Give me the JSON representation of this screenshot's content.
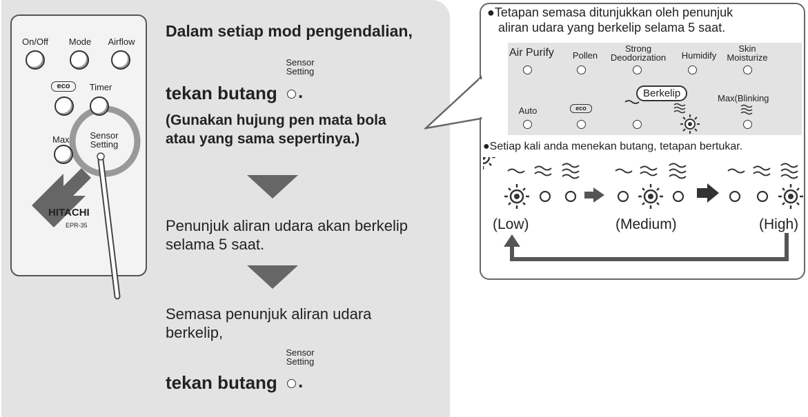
{
  "remote": {
    "btn_onoff": "On/Off",
    "btn_mode": "Mode",
    "btn_airflow": "Airflow",
    "btn_eco": "eco",
    "btn_timer": "Timer",
    "btn_max": "Max",
    "sensor_label": "Sensor Setting",
    "brand": "HITACHI",
    "model": "EPR-35"
  },
  "instructions": {
    "step1_line": "Dalam setiap mod pengendalian,",
    "sensor_small": "Sensor\nSetting",
    "press_button": "tekan butang",
    "pen_note_1": "(Gunakan hujung pen mata bola",
    "pen_note_2": "atau yang sama sepertinya.)",
    "flash_1": "Penunjuk aliran udara akan berkelip",
    "flash_2": "selama 5 saat.",
    "while_1": "Semasa penunjuk aliran udara",
    "while_2": "berkelip,"
  },
  "info": {
    "header_1": "●Tetapan semasa ditunjukkan oleh penunjuk",
    "header_2": "aliran udara yang berkelip selama 5 saat.",
    "indicators_top": [
      "Air Purify",
      "Pollen",
      "Strong\nDeodorization",
      "Humidify",
      "Skin\nMoisturize"
    ],
    "indicators_bottom": [
      "Auto",
      "eco",
      "",
      "",
      "Max(Blinking"
    ],
    "callout": "Berkelip",
    "note": "●Setiap kali anda menekan butang, tetapan bertukar.",
    "levels": [
      "(Low)",
      "(Medium)",
      "(High)"
    ]
  }
}
